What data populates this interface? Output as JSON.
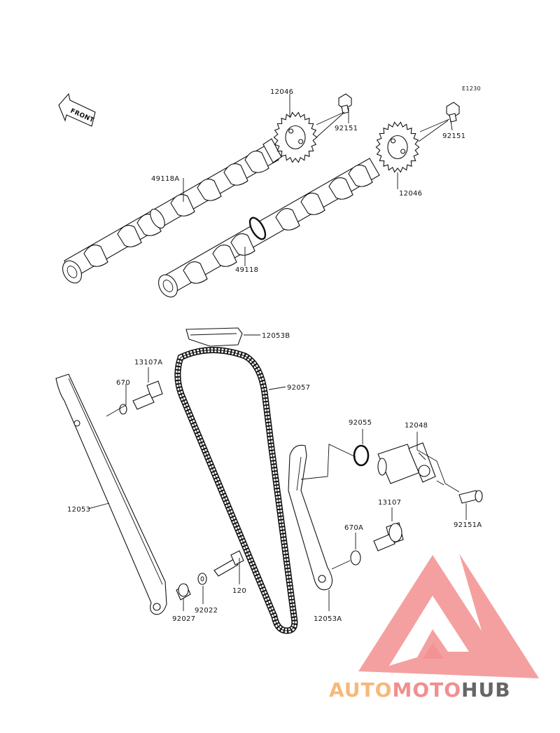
{
  "diagram": {
    "code": "E1230",
    "front_label": "FRONT",
    "callouts": [
      {
        "id": "12046-top",
        "text": "12046"
      },
      {
        "id": "92151-top",
        "text": "92151"
      },
      {
        "id": "92151-right",
        "text": "92151"
      },
      {
        "id": "49118A",
        "text": "49118A"
      },
      {
        "id": "12046-right",
        "text": "12046"
      },
      {
        "id": "49118",
        "text": "49118"
      },
      {
        "id": "12053B",
        "text": "12053B"
      },
      {
        "id": "13107A",
        "text": "13107A"
      },
      {
        "id": "670",
        "text": "670"
      },
      {
        "id": "92057",
        "text": "92057"
      },
      {
        "id": "92055",
        "text": "92055"
      },
      {
        "id": "12048",
        "text": "12048"
      },
      {
        "id": "12053",
        "text": "12053"
      },
      {
        "id": "13107",
        "text": "13107"
      },
      {
        "id": "92151A",
        "text": "92151A"
      },
      {
        "id": "670A",
        "text": "670A"
      },
      {
        "id": "120",
        "text": "120"
      },
      {
        "id": "92022",
        "text": "92022"
      },
      {
        "id": "92027",
        "text": "92027"
      },
      {
        "id": "12053A",
        "text": "12053A"
      }
    ]
  },
  "watermark": {
    "part1": "AUTO",
    "part2": "MOTO",
    "part3": "HUB",
    "color_light": "#f7b87a",
    "color_mid": "#f28f8f",
    "color_dark": "#666666"
  }
}
